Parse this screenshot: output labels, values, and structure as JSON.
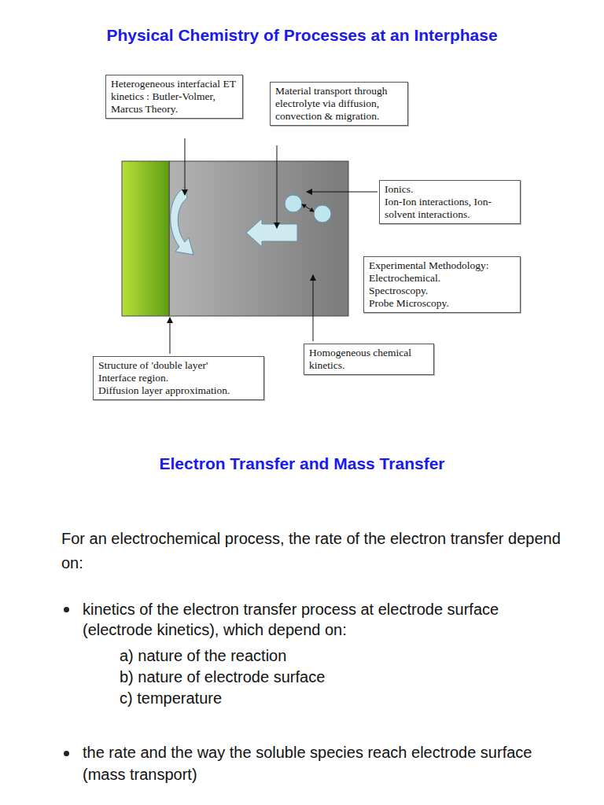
{
  "diagram": {
    "title": "Physical Chemistry of Processes at an Interphase",
    "nodes": [
      {
        "text": [
          "Heterogeneous interfacial ET kinetics : Butler-Volmer, Marcus Theory."
        ]
      },
      {
        "text": [
          "Material transport through electrolyte via diffusion, convection & migration."
        ]
      },
      {
        "text": [
          "Ionics.",
          "Ion-Ion interactions, Ion-solvent interactions."
        ]
      },
      {
        "text": [
          "Experimental Methodology:",
          "Electrochemical.",
          "Spectroscopy.",
          "Probe Microscopy."
        ]
      },
      {
        "text": [
          "Homogeneous chemical kinetics."
        ]
      },
      {
        "text": [
          "Structure of 'double layer'",
          "Interface region.",
          "Diffusion layer approximation."
        ]
      }
    ],
    "labels": [
      "Electron Transfer and Mass Transfer",
      "For an electrochemical process, the rate of the electron transfer depend on:",
      "kinetics of the electron transfer process at electrode surface (electrode kinetics), which depend on:",
      "a) nature of the reaction",
      "b) nature of electrode surface",
      "c) temperature",
      "the rate and the way the soluble species reach electrode surface (mass transport)"
    ]
  }
}
